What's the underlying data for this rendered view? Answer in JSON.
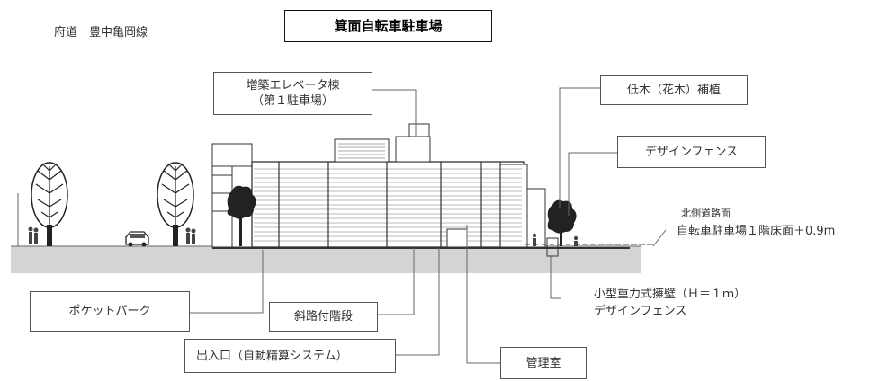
{
  "road_label": "府道　豊中亀岡線",
  "facility_title": "箕面自転車駐車場",
  "callouts": {
    "elevator_line1": "増築エレベータ棟",
    "elevator_line2": "（第１駐車場）",
    "low_trees": "低木（花木）補植",
    "design_fence": "デザインフェンス",
    "north_road_line1": "北側道路面",
    "north_road_line2": "自転車駐車場１階床面＋0.9m",
    "pocket_park": "ポケットパーク",
    "slope_stairs": "斜路付階段",
    "entrance": "出入口（自動精算システム）",
    "management": "管理室",
    "retaining_line1": "小型重力式擁壁（Ｈ＝１ｍ）",
    "retaining_line2": "デザインフェンス"
  }
}
